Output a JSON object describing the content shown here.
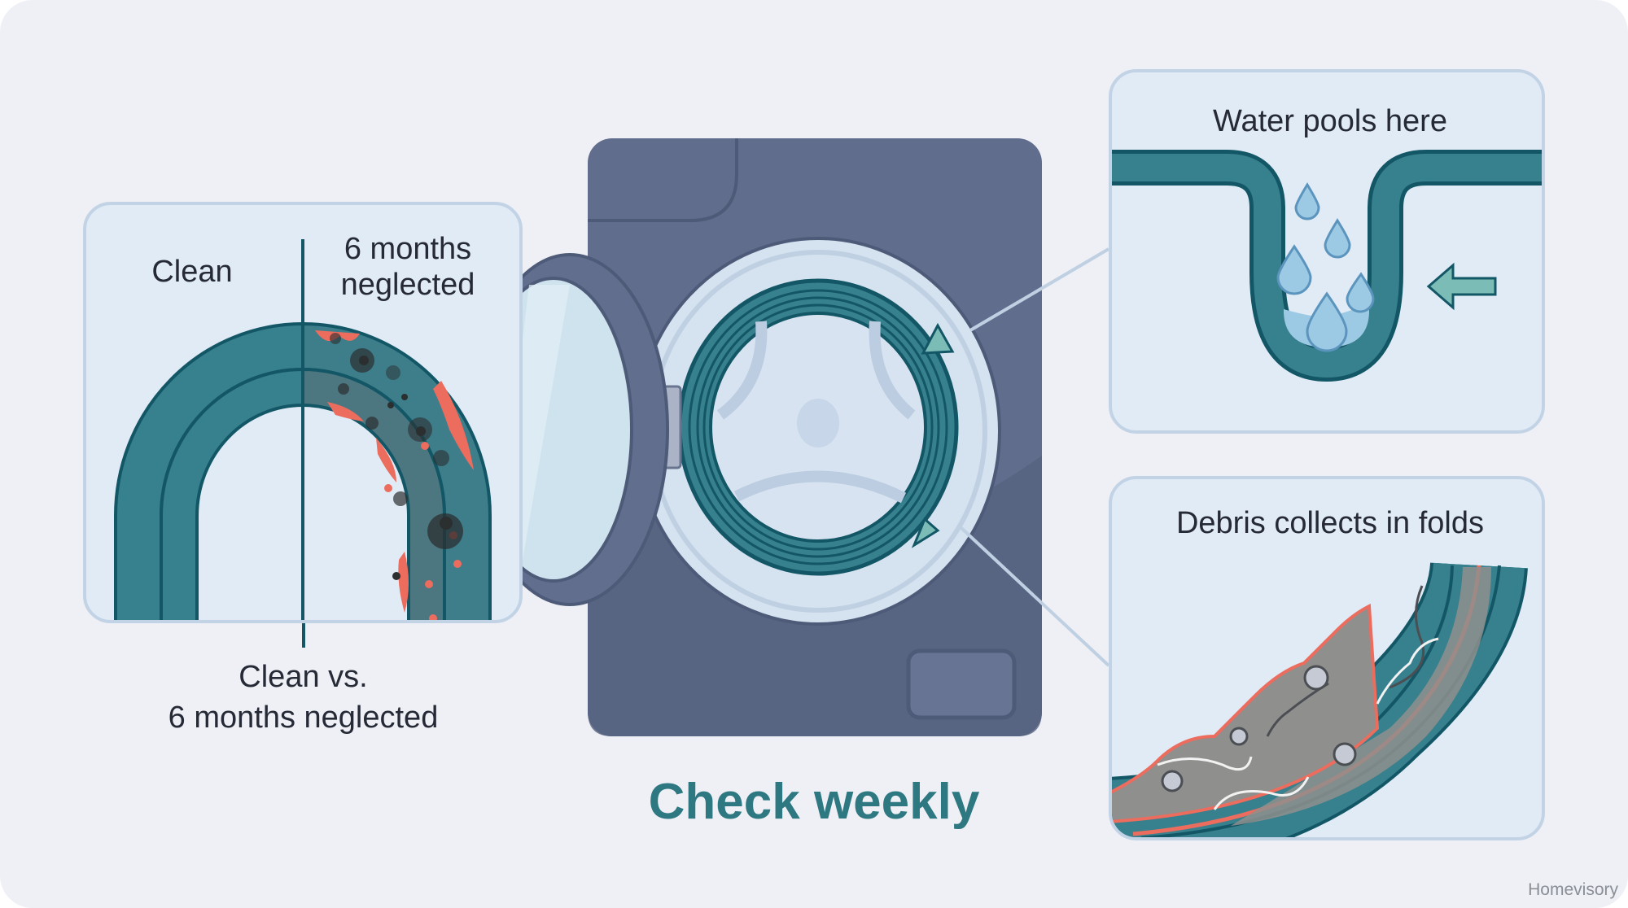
{
  "infographic": {
    "headline": "Check weekly",
    "credit": "Homevisory",
    "left_panel": {
      "label_clean": "Clean",
      "label_neglected": "6 months neglected",
      "label_neglected_line1": "6 months",
      "label_neglected_line2": "neglected",
      "caption_line1": "Clean vs.",
      "caption_line2": "6 months neglected"
    },
    "top_right_panel": {
      "title": "Water pools here",
      "arrow_icon": "arrow-left-icon"
    },
    "bottom_right_panel": {
      "title": "Debris collects in folds"
    },
    "washer": {
      "callout_markers": [
        "triangle-pointer-top",
        "triangle-pointer-bottom"
      ]
    }
  },
  "colors": {
    "background": "#eef0f5",
    "panel_fill": "#e0ebf6",
    "panel_border": "#c3d3e6",
    "gasket_teal": "#37808d",
    "gasket_outline": "#135766",
    "mold_red": "#ec6c5e",
    "washer_body": "#606d8c",
    "washer_dark": "#4d5a78",
    "headline": "#2e7882",
    "text": "#252a36",
    "water": "#9cc9e3"
  }
}
